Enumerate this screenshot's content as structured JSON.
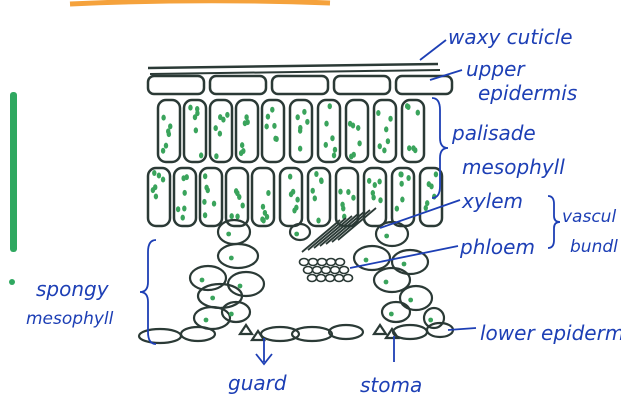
{
  "labels": {
    "waxy_cuticle": "waxy cuticle",
    "upper": "upper",
    "epidermis": "epidermis",
    "palisade": "palisade",
    "mesophyll": "mesophyll",
    "xylem": "xylem",
    "phloem": "phloem",
    "vascular": "vascul",
    "bundle": "bundl",
    "spongy": "spongy",
    "spongy_mesophyll": "mesophyll",
    "lower_epidermis": "lower epiderm",
    "guard": "guard",
    "stoma": "stoma"
  },
  "colors": {
    "ink_blue": "#1d3fb5",
    "cell_outline": "#2b3a36",
    "chloroplast": "#3aa45c",
    "margin_bar": "#2fa860",
    "top_stroke": "#f5a23c"
  }
}
